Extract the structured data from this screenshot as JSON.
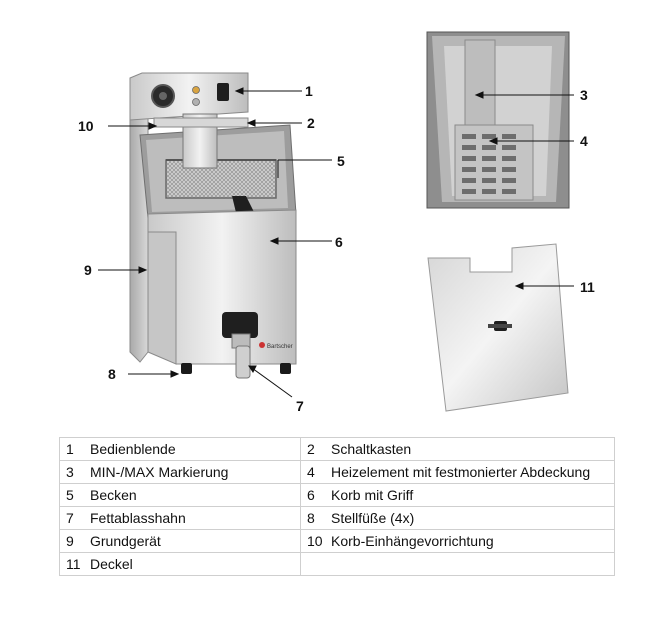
{
  "callouts": [
    "1",
    "2",
    "3",
    "4",
    "5",
    "6",
    "7",
    "8",
    "9",
    "10",
    "11"
  ],
  "brand_text": "Bartscher",
  "legend": [
    [
      {
        "num": "1",
        "text": "Bedienblende"
      },
      {
        "num": "2",
        "text": "Schaltkasten"
      }
    ],
    [
      {
        "num": "3",
        "text": "MIN-/MAX Markierung"
      },
      {
        "num": "4",
        "text": "Heizelement mit festmonierter Abdeckung"
      }
    ],
    [
      {
        "num": "5",
        "text": "Becken"
      },
      {
        "num": "6",
        "text": "Korb mit Griff"
      }
    ],
    [
      {
        "num": "7",
        "text": "Fettablasshahn"
      },
      {
        "num": "8",
        "text": "Stellfüße (4x)"
      }
    ],
    [
      {
        "num": "9",
        "text": "Grundgerät"
      },
      {
        "num": "10",
        "text": "Korb-Einhängevorrichtung"
      }
    ],
    [
      {
        "num": "11",
        "text": "Deckel"
      },
      {
        "num": "",
        "text": ""
      }
    ]
  ]
}
